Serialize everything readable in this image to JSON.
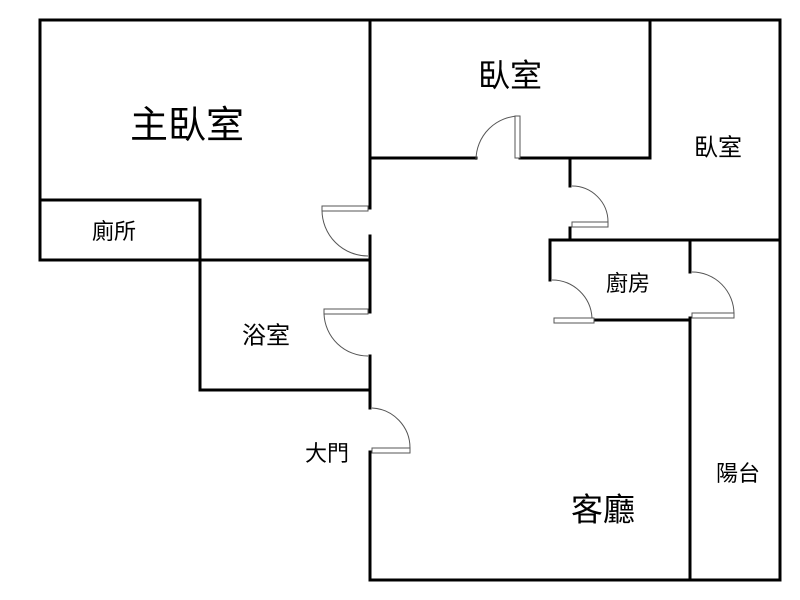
{
  "rooms": {
    "master_bedroom": "主臥室",
    "bedroom_top": "臥室",
    "bedroom_right": "臥室",
    "toilet": "廁所",
    "bathroom": "浴室",
    "kitchen": "廚房",
    "main_door": "大門",
    "living_room": "客廳",
    "balcony": "陽台"
  },
  "colors": {
    "wall": "#000000",
    "door": "#555555",
    "background": "#ffffff"
  }
}
